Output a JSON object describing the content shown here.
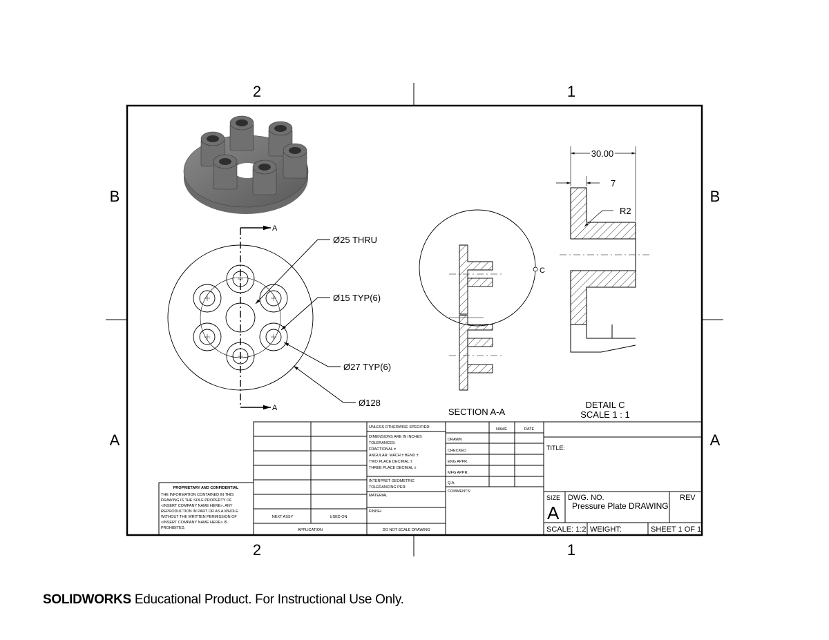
{
  "zones": {
    "col_left": "2",
    "col_right": "1",
    "row_top": "B",
    "row_bottom": "A"
  },
  "dimensions": {
    "d25": "Ø25 THRU",
    "d15": "Ø15 TYP(6)",
    "d27": "Ø27 TYP(6)",
    "d128": "Ø128",
    "w30": "30.00",
    "w7": "7",
    "r2": "R2"
  },
  "section": {
    "cut_letter": "A",
    "label": "SECTION A-A"
  },
  "detail": {
    "letter": "C",
    "label": "DETAIL C",
    "scale": "SCALE 1 : 1"
  },
  "title_block": {
    "unless": "UNLESS OTHERWISE SPECIFIED:",
    "dims_lines": [
      "DIMENSIONS ARE IN INCHES",
      "TOLERANCES:",
      "FRACTIONAL ±",
      "ANGULAR: MACH ±  BEND ±",
      "TWO PLACE DECIMAL  ±",
      "THREE PLACE DECIMAL  ±"
    ],
    "interpret": [
      "INTERPRET GEOMETRIC",
      "TOLERANCING PER:"
    ],
    "material": "MATERIAL",
    "finish": "FINISH",
    "no_scale": "DO NOT SCALE DRAWING",
    "name_h": "NAME",
    "date_h": "DATE",
    "rows": [
      "DRAWN",
      "CHECKED",
      "ENG APPR.",
      "MFG APPR.",
      "Q.A.",
      "COMMENTS:"
    ],
    "title": "TITLE:",
    "size_label": "SIZE",
    "size": "A",
    "dwg_label": "DWG.  NO.",
    "dwg_no": "Pressure Plate DRAWING",
    "rev_label": "REV",
    "scale": "SCALE: 1:2",
    "weight": "WEIGHT:",
    "sheet": "SHEET 1 OF 1",
    "next_assy": "NEXT ASSY",
    "used_on": "USED ON",
    "application": "APPLICATION",
    "proprietary_title": "PROPRIETARY AND CONFIDENTIAL",
    "proprietary_lines": [
      "THE INFORMATION CONTAINED IN THIS",
      "DRAWING IS THE SOLE PROPERTY OF",
      "<INSERT COMPANY NAME HERE>. ANY",
      "REPRODUCTION IN PART OR AS A WHOLE",
      "WITHOUT THE WRITTEN PERMISSION OF",
      "<INSERT COMPANY NAME HERE> IS",
      "PROHIBITED."
    ]
  },
  "footer": {
    "brand": "SOLIDWORKS",
    "text": " Educational Product. For Instructional Use Only."
  }
}
